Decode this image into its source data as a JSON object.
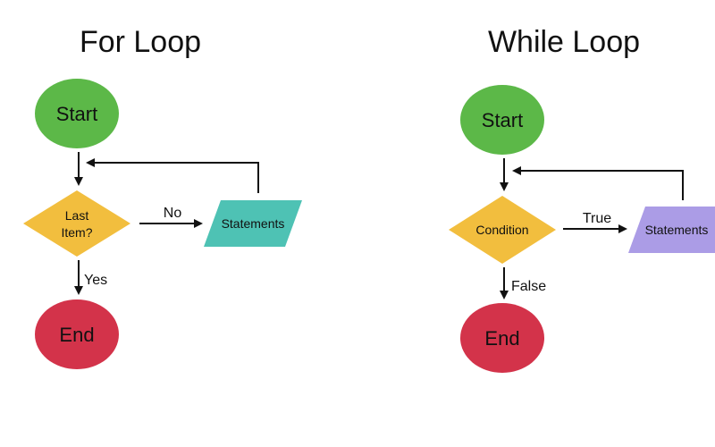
{
  "colors": {
    "start": "#5cb848",
    "end": "#d3334a",
    "decision": "#f2be3e",
    "for_statements": "#4ec2b4",
    "while_statements": "#ab9ce6",
    "line": "#111111"
  },
  "for_loop": {
    "title": "For Loop",
    "start_label": "Start",
    "decision_line1": "Last",
    "decision_line2": "Item?",
    "no_label": "No",
    "statements_label": "Statements",
    "yes_label": "Yes",
    "end_label": "End"
  },
  "while_loop": {
    "title": "While Loop",
    "start_label": "Start",
    "decision_label": "Condition",
    "true_label": "True",
    "statements_label": "Statements",
    "false_label": "False",
    "end_label": "End"
  }
}
